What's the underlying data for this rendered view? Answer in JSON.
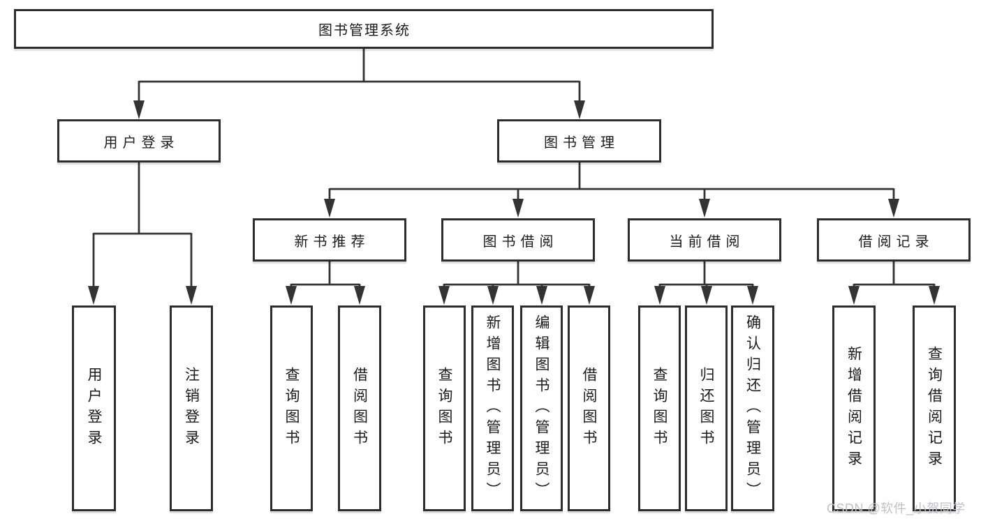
{
  "root": {
    "label": "图书管理系统"
  },
  "level2": {
    "user_login": {
      "label": "用户登录"
    },
    "book_mgmt": {
      "label": "图书管理"
    }
  },
  "level3": {
    "new_book_rec": {
      "label": "新书推荐"
    },
    "book_borrow": {
      "label": "图书借阅"
    },
    "current_borrow": {
      "label": "当前借阅"
    },
    "borrow_record": {
      "label": "借阅记录"
    }
  },
  "leaves": {
    "user_login": [
      "用户登录",
      "注销登录"
    ],
    "new_book_rec": [
      "查询图书",
      "借阅图书"
    ],
    "book_borrow": [
      "查询图书",
      "新增图书（管理员）",
      "编辑图书（管理员）",
      "借阅图书"
    ],
    "current_borrow": [
      "查询图书",
      "归还图书",
      "确认归还（管理员）"
    ],
    "borrow_record": [
      "新增借阅记录",
      "查询借阅记录"
    ]
  },
  "watermark": {
    "text": "CSDN @软件_小贺同学"
  },
  "colors": {
    "line": "#333333",
    "border": "#2d2d2d",
    "text": "#1b1b1b",
    "watermark": "#c2c2c6",
    "background": "#ffffff"
  }
}
